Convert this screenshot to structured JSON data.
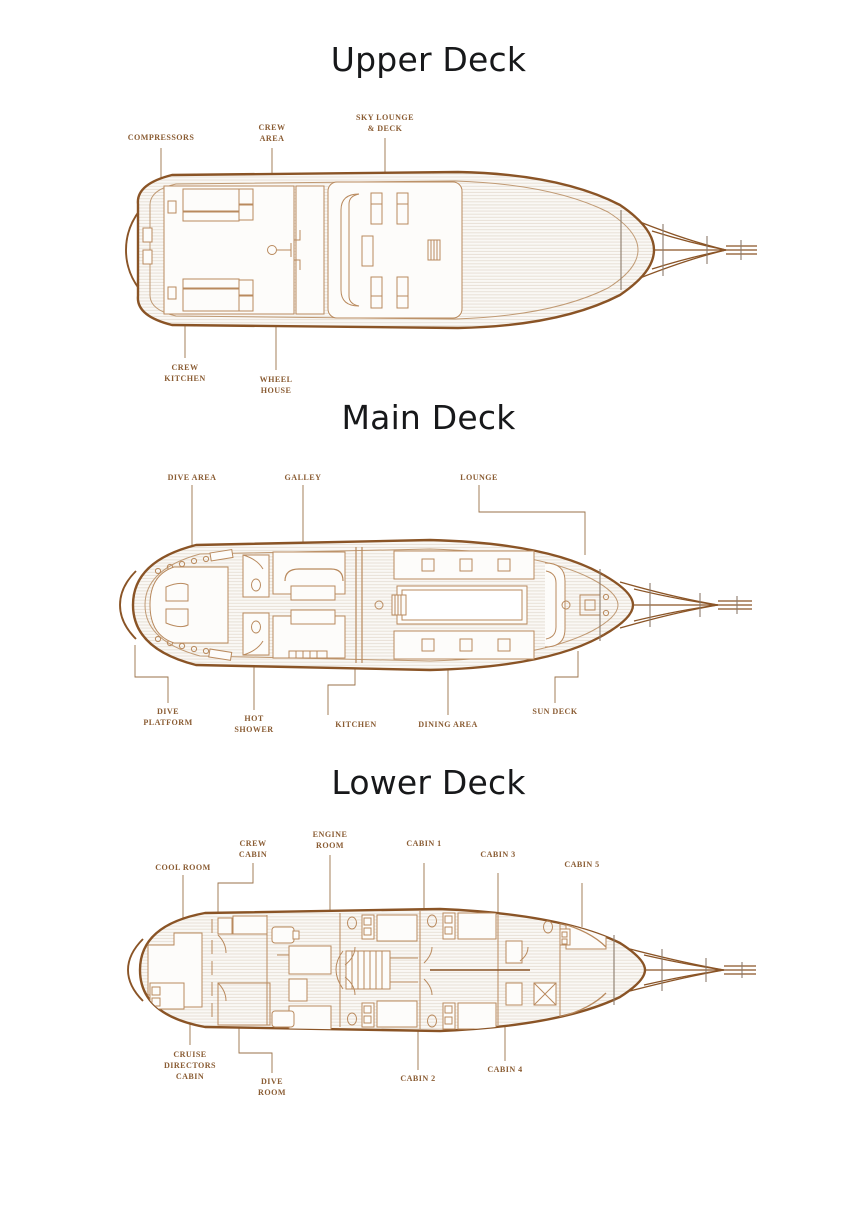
{
  "page": {
    "background": "#ffffff",
    "hull_stroke": "#8a5426",
    "detail_stroke": "#b98a5e",
    "deck_fill": "#faf8f5",
    "plank_color": "#e7e0d6",
    "label_color": "#8a5c33",
    "title_color": "#17181a"
  },
  "decks": [
    {
      "id": "upper",
      "title": "Upper Deck",
      "labels_top": [
        {
          "text": "COMPRESSORS",
          "name": "label-compressors"
        },
        {
          "text": "CREW",
          "text2": "AREA",
          "name": "label-crew-area"
        },
        {
          "text": "SKY LOUNGE",
          "text2": "& DECK",
          "name": "label-sky-lounge-deck"
        }
      ],
      "labels_bottom": [
        {
          "text": "CREW",
          "text2": "KITCHEN",
          "name": "label-crew-kitchen"
        },
        {
          "text": "WHEEL",
          "text2": "HOUSE",
          "name": "label-wheel-house"
        }
      ]
    },
    {
      "id": "main",
      "title": "Main Deck",
      "labels_top": [
        {
          "text": "DIVE AREA",
          "name": "label-dive-area"
        },
        {
          "text": "GALLEY",
          "name": "label-galley"
        },
        {
          "text": "LOUNGE",
          "name": "label-lounge"
        }
      ],
      "labels_bottom": [
        {
          "text": "DIVE",
          "text2": "PLATFORM",
          "name": "label-dive-platform"
        },
        {
          "text": "HOT",
          "text2": "SHOWER",
          "name": "label-hot-shower"
        },
        {
          "text": "KITCHEN",
          "name": "label-kitchen"
        },
        {
          "text": "DINING AREA",
          "name": "label-dining-area"
        },
        {
          "text": "SUN DECK",
          "name": "label-sun-deck"
        }
      ]
    },
    {
      "id": "lower",
      "title": "Lower Deck",
      "labels_top": [
        {
          "text": "COOL ROOM",
          "name": "label-cool-room"
        },
        {
          "text": "CREW",
          "text2": "CABIN",
          "name": "label-crew-cabin"
        },
        {
          "text": "ENGINE",
          "text2": "ROOM",
          "name": "label-engine-room"
        },
        {
          "text": "CABIN 1",
          "name": "label-cabin-1"
        },
        {
          "text": "CABIN 3",
          "name": "label-cabin-3"
        },
        {
          "text": "CABIN 5",
          "name": "label-cabin-5"
        }
      ],
      "labels_bottom": [
        {
          "text": "CRUISE",
          "text2": "DIRECTORS",
          "text3": "CABIN",
          "name": "label-cruise-directors-cabin"
        },
        {
          "text": "DIVE",
          "text2": "ROOM",
          "name": "label-dive-room"
        },
        {
          "text": "CABIN 2",
          "name": "label-cabin-2"
        },
        {
          "text": "CABIN 4",
          "name": "label-cabin-4"
        }
      ]
    }
  ]
}
